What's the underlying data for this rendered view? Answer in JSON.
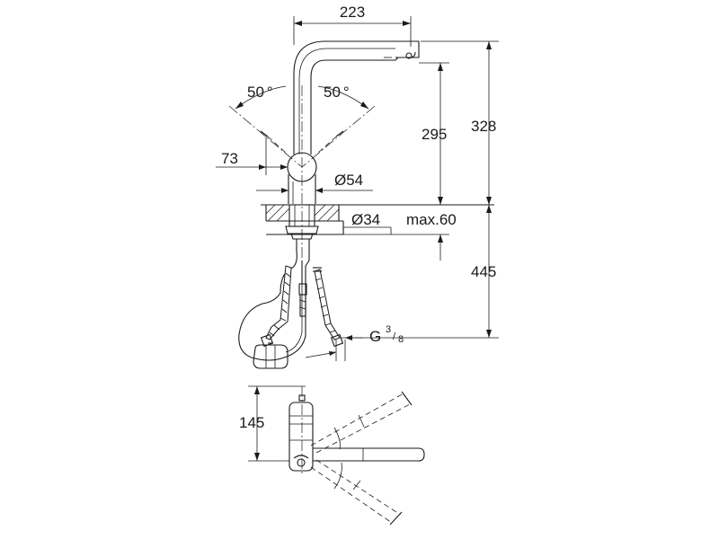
{
  "dimensions": {
    "spout_reach": "223",
    "total_height": "328",
    "spout_height": "295",
    "below_deck": "445",
    "angle_left": "50",
    "angle_right": "50",
    "degree_symbol": "°",
    "lever_offset": "73",
    "body_diameter": "Ø54",
    "hole_diameter": "Ø34",
    "deck_thickness": "max.60",
    "connection_g": "G",
    "connection_num": "3",
    "connection_den": "8",
    "connection_slash": "/",
    "base_depth": "145"
  }
}
